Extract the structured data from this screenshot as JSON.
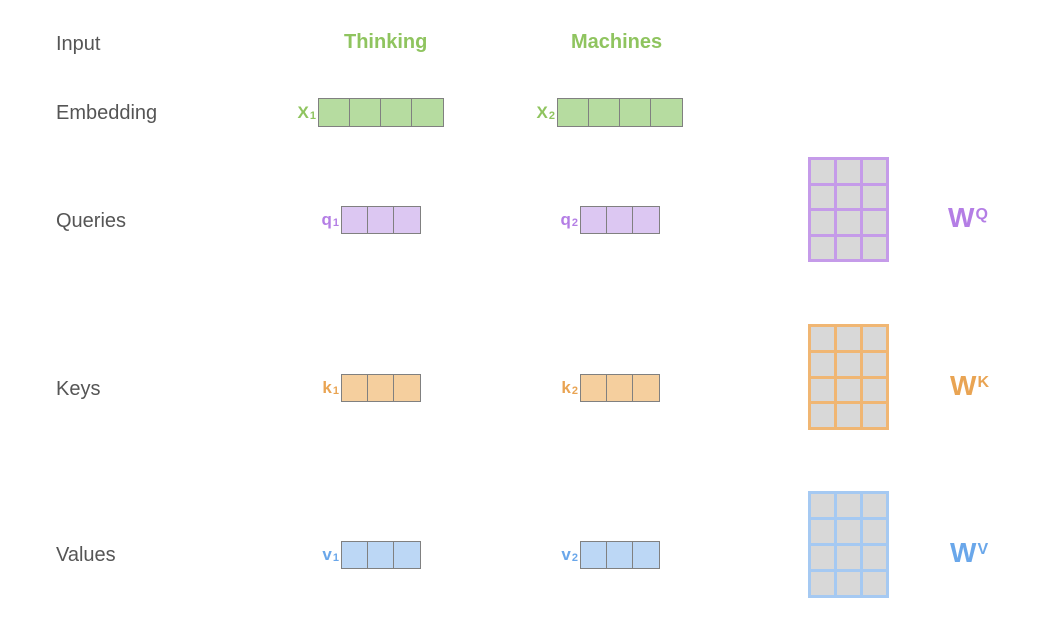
{
  "colors": {
    "embedding": "#8fc45f",
    "embedding_fill": "#b6dca0",
    "query": "#b47ee5",
    "query_fill": "#dcc7f2",
    "key": "#e9a453",
    "key_fill": "#f5cf9e",
    "value": "#6aa7ea",
    "value_fill": "#bcd7f5",
    "label_text": "#555555"
  },
  "rows": {
    "input": "Input",
    "embedding": "Embedding",
    "queries": "Queries",
    "keys": "Keys",
    "values": "Values"
  },
  "words": [
    "Thinking",
    "Machines"
  ],
  "vectors": {
    "x1": {
      "letter": "X",
      "index": "1"
    },
    "x2": {
      "letter": "X",
      "index": "2"
    },
    "q1": {
      "letter": "q",
      "index": "1"
    },
    "q2": {
      "letter": "q",
      "index": "2"
    },
    "k1": {
      "letter": "k",
      "index": "1"
    },
    "k2": {
      "letter": "k",
      "index": "2"
    },
    "v1": {
      "letter": "v",
      "index": "1"
    },
    "v2": {
      "letter": "v",
      "index": "2"
    }
  },
  "weights": {
    "wq": {
      "letter": "W",
      "sup": "Q"
    },
    "wk": {
      "letter": "W",
      "sup": "K"
    },
    "wv": {
      "letter": "W",
      "sup": "V"
    }
  }
}
